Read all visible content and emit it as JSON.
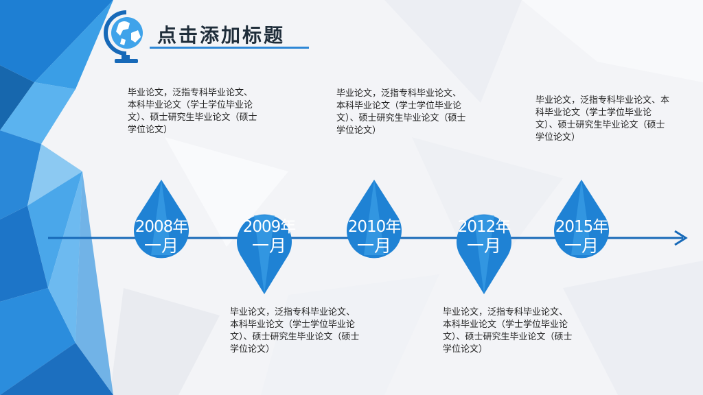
{
  "header": {
    "title": "点击添加标题",
    "icon": "globe-icon"
  },
  "colors": {
    "accent": "#2d87d6",
    "dark_blue": "#1769b8",
    "light_blue": "#3fa3ea"
  },
  "timeline": {
    "events": [
      {
        "year": "2008年",
        "month": "一月",
        "text": "毕业论文，泛指专科毕业论文、本科毕业论文（学士学位毕业论文）、硕士研究生毕业论文（硕士学位论文）"
      },
      {
        "year": "2009年",
        "month": "一月",
        "text": "毕业论文，泛指专科毕业论文、本科毕业论文（学士学位毕业论文）、硕士研究生毕业论文（硕士学位论文）"
      },
      {
        "year": "2010年",
        "month": "一月",
        "text": "毕业论文，泛指专科毕业论文、本科毕业论文（学士学位毕业论文）、硕士研究生毕业论文（硕士学位论文）"
      },
      {
        "year": "2012年",
        "month": "一月",
        "text": "毕业论文，泛指专科毕业论文、本科毕业论文（学士学位毕业论文）、硕士研究生毕业论文（硕士学位论文）"
      },
      {
        "year": "2015年",
        "month": "一月",
        "text": "毕业论文，泛指专科毕业论文、本科毕业论文（学士学位毕业论文）、硕士研究生毕业论文（硕士学位论文）"
      }
    ]
  }
}
